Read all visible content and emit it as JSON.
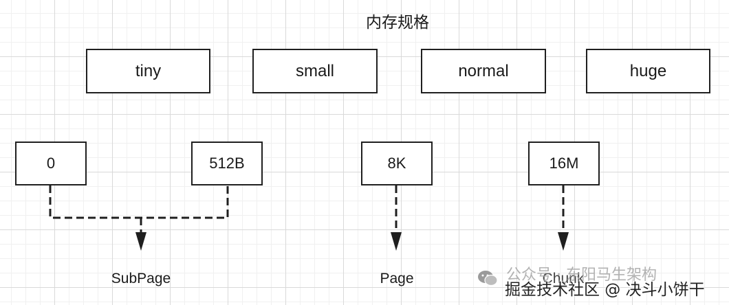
{
  "title": "内存规格",
  "categories": [
    "tiny",
    "small",
    "normal",
    "huge"
  ],
  "thresholds": [
    "0",
    "512B",
    "8K",
    "16M"
  ],
  "targets": {
    "subpage": "SubPage",
    "page": "Page",
    "chunk": "Chunk"
  },
  "watermark": {
    "line1": "公众号 · 东阳马生架构",
    "line2": "掘金技术社区 @ 决斗小饼干",
    "icon": "wechat-icon"
  },
  "colors": {
    "stroke": "#1f1f1f",
    "grid": "#d9d9d9"
  }
}
